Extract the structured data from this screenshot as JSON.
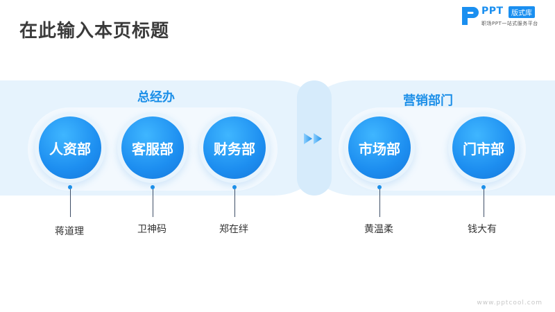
{
  "title": "在此输入本页标题",
  "logo": {
    "brand": "PPT",
    "tag": "版式库",
    "slogan": "职场PPT一站式服务平台"
  },
  "groups": [
    {
      "name": "总经办",
      "departments": [
        "人资部",
        "客服部",
        "财务部"
      ]
    },
    {
      "name": "营销部门",
      "departments": [
        "市场部",
        "门市部"
      ]
    }
  ],
  "people": [
    "蒋道理",
    "卫神码",
    "郑在绊",
    "黄温柔",
    "钱大有"
  ],
  "footer": {
    "url": "www.pptcool.com"
  },
  "colors": {
    "accent": "#1c8fe8",
    "band": "#e6f3fd"
  },
  "icons": [
    "ppt-logo-icon",
    "double-chevron-right-icon"
  ]
}
